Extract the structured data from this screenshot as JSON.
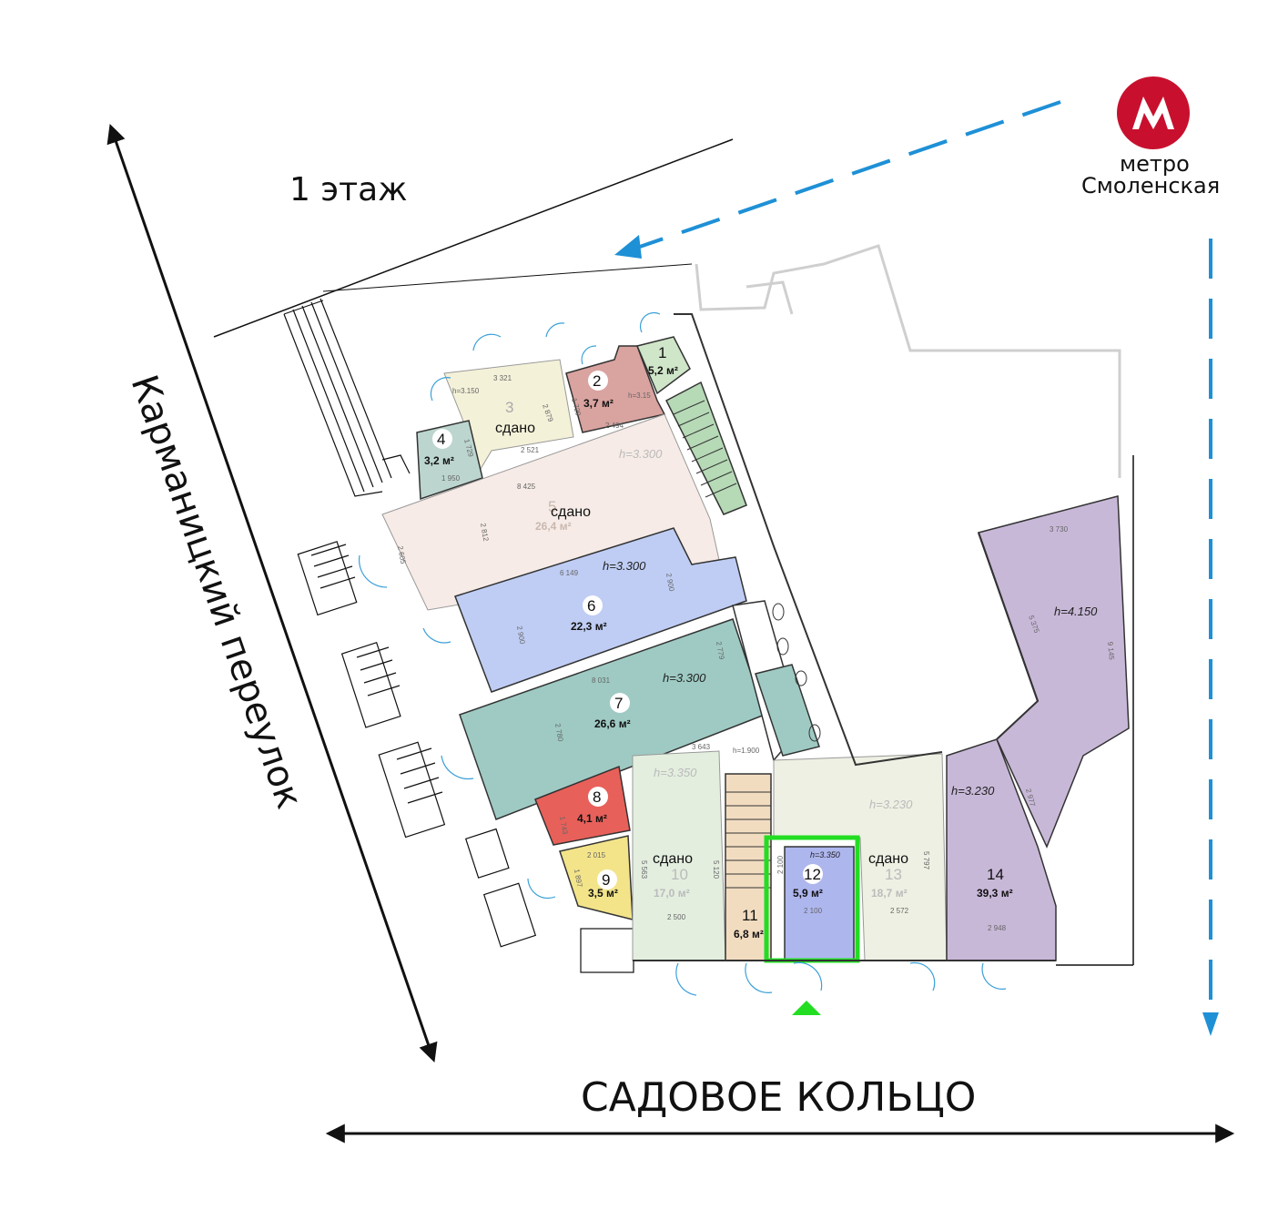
{
  "floor_label": "1 этаж",
  "metro": {
    "line1": "метро",
    "line2": "Смоленская",
    "logo_color": "#c8102e"
  },
  "street_left": "Карманицкий переулок",
  "street_bottom": "САДОВОЕ КОЛЬЦО",
  "accent_route_color": "#1e90d6",
  "highlight_color": "#22dd22",
  "rooms": {
    "r1": {
      "num": "1",
      "area": "5,2 м²"
    },
    "r2": {
      "num": "2",
      "area": "3,7 м²",
      "h": "h=3.15"
    },
    "r3": {
      "num": "3",
      "status": "сдано",
      "h": "h=3.150"
    },
    "r4": {
      "num": "4",
      "area": "3,2 м²"
    },
    "r5": {
      "num": "5",
      "status": "сдано",
      "area": "26,4 м²",
      "h": "h=3.300"
    },
    "r6": {
      "num": "6",
      "area": "22,3 м²",
      "h": "h=3.300"
    },
    "r7": {
      "num": "7",
      "area": "26,6 м²",
      "h": "h=3.300"
    },
    "r8": {
      "num": "8",
      "area": "4,1 м²"
    },
    "r9": {
      "num": "9",
      "area": "3,5 м²"
    },
    "r10": {
      "num": "10",
      "status": "сдано",
      "area": "17,0 м²",
      "h": "h=3.350"
    },
    "r11": {
      "num": "11",
      "area": "6,8 м²"
    },
    "r12": {
      "num": "12",
      "area": "5,9 м²",
      "h": "h=3.350"
    },
    "r13": {
      "num": "13",
      "status": "сдано",
      "area": "18,7 м²",
      "h": "h=3.230"
    },
    "r14": {
      "num": "14",
      "area": "39,3 м²",
      "h": "h=3.230",
      "h2": "h=4.150"
    }
  },
  "dims": {
    "d3321": "3 321",
    "d2879": "2 879",
    "d1729a": "1 729",
    "d2494": "2 494",
    "d1729b": "1 729",
    "d2521": "2 521",
    "d1950": "1 950",
    "d8425": "8 425",
    "d2812": "2 812",
    "d2605": "2 605",
    "d6149": "6 149",
    "d2900a": "2 900",
    "d2900b": "2 900",
    "d8031": "8 031",
    "d2779": "2 779",
    "d2780": "2 780",
    "d3643": "3 643",
    "d1743": "1 743",
    "d2015": "2 015",
    "d1897": "1 897",
    "d5563": "5 563",
    "d2500": "2 500",
    "d2100a": "2 100",
    "d2100b": "2 100",
    "d5797": "5 797",
    "d2572": "2 572",
    "d3730": "3 730",
    "d5375": "5 375",
    "d9145": "9 145",
    "d2977": "2 977",
    "d2948": "2 948",
    "d5120": "5 120",
    "h1900": "h=1.900"
  }
}
